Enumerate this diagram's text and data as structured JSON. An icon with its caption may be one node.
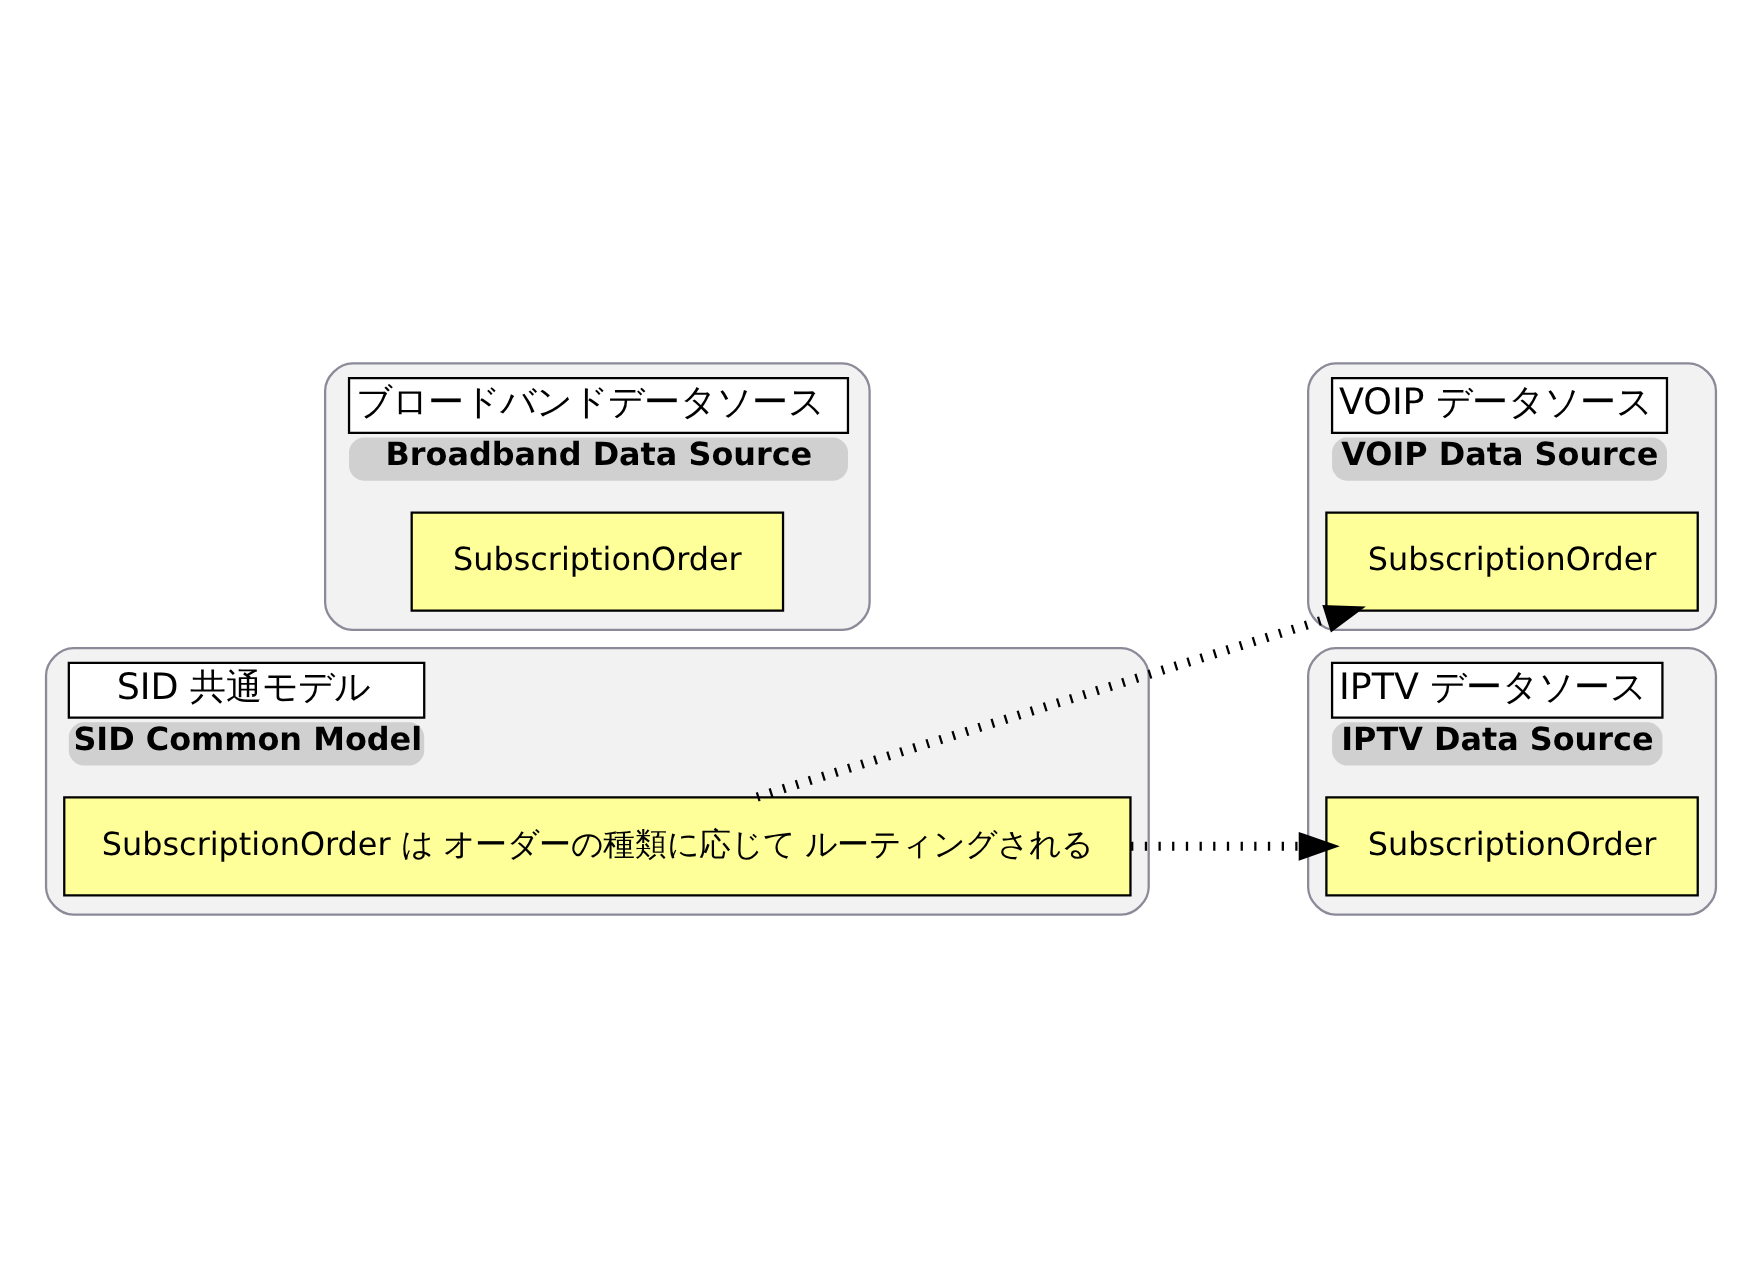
{
  "diagram": {
    "nodes": [
      {
        "text": [
          "SID 共通モデル",
          "SID Common Model"
        ]
      },
      {
        "text": [
          "SubscriptionOrder は オーダーの種類に応じて ルーティングされる"
        ],
        "in": 0
      },
      {
        "text": [
          "VOIP データソース",
          "VOIP Data Source"
        ]
      },
      {
        "text": [
          "SubscriptionOrder"
        ],
        "in": 2
      },
      {
        "text": [
          "ブロードバンドデータソース",
          "Broadband Data Source"
        ]
      },
      {
        "text": [
          "SubscriptionOrder"
        ],
        "in": 4
      },
      {
        "text": [
          "IPTV データソース",
          "IPTV Data Source"
        ]
      },
      {
        "text": [
          "SubscriptionOrder"
        ],
        "in": 6
      }
    ],
    "edges": [
      {
        "from": 1,
        "to": 3,
        "arrow": "to",
        "style": "dashed"
      },
      {
        "from": 1,
        "to": 7,
        "arrow": "to",
        "style": "dashed"
      }
    ]
  }
}
